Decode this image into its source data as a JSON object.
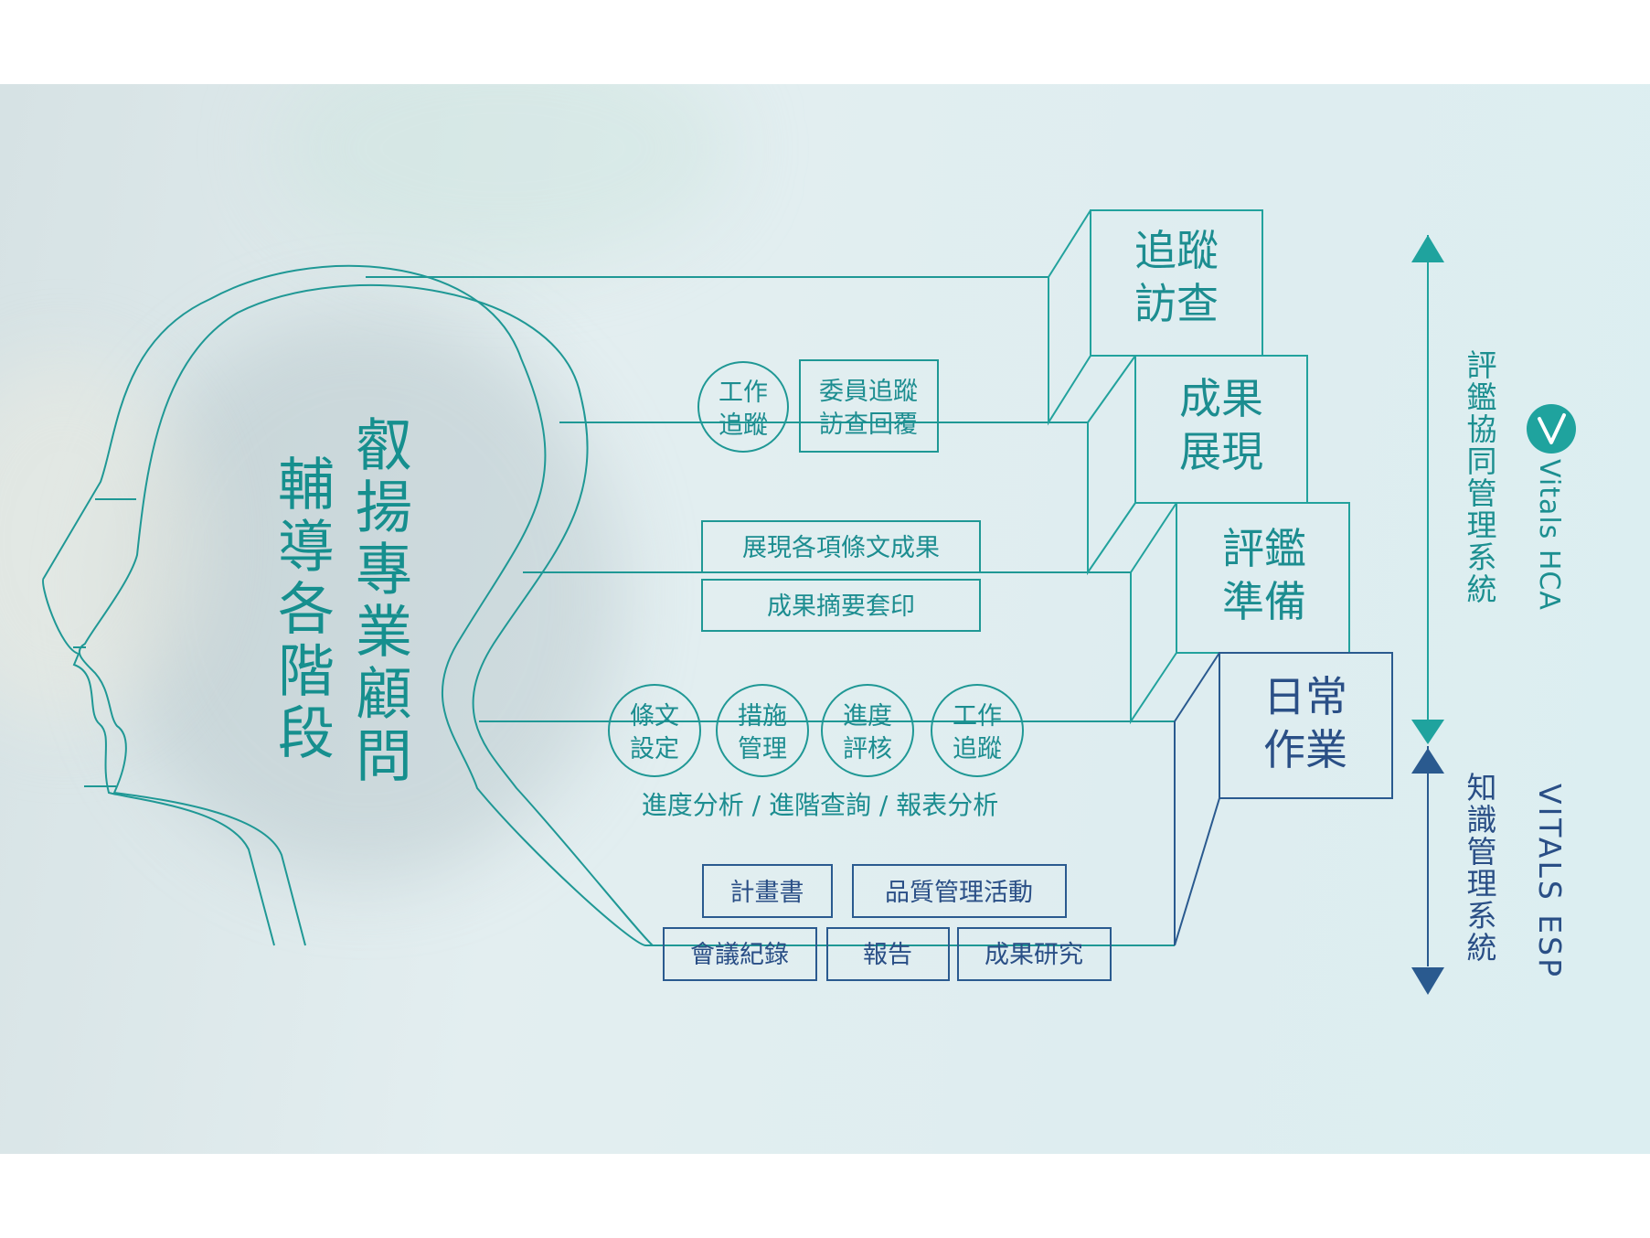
{
  "headline_right": "叡揚專業顧問",
  "headline_left": "輔導各階段",
  "stages": {
    "tracking": {
      "title_line1": "追蹤",
      "title_line2": "訪查",
      "circle_line1": "工作",
      "circle_line2": "追蹤",
      "box_line1": "委員追蹤",
      "box_line2": "訪查回覆"
    },
    "results": {
      "title_line1": "成果",
      "title_line2": "展現",
      "box1": "展現各項條文成果",
      "box2": "成果摘要套印"
    },
    "prep": {
      "title_line1": "評鑑",
      "title_line2": "準備",
      "circles": [
        {
          "line1": "條文",
          "line2": "設定"
        },
        {
          "line1": "措施",
          "line2": "管理"
        },
        {
          "line1": "進度",
          "line2": "評核"
        },
        {
          "line1": "工作",
          "line2": "追蹤"
        }
      ],
      "caption": "進度分析 / 進階查詢 / 報表分析"
    },
    "daily": {
      "title_line1": "日常",
      "title_line2": "作業",
      "row1": [
        "計畫書",
        "品質管理活動"
      ],
      "row2": [
        "會議紀錄",
        "報告",
        "成果研究"
      ]
    }
  },
  "right_labels": {
    "hca_system": "評鑑協同管理系統",
    "hca_brand": "Vitals HCA",
    "esp_system": "知識管理系統",
    "esp_brand": "VITALS ESP"
  },
  "colors": {
    "teal": "#1c9a98",
    "teal_dark": "#1a8d8e",
    "navy": "#2a4f86"
  }
}
